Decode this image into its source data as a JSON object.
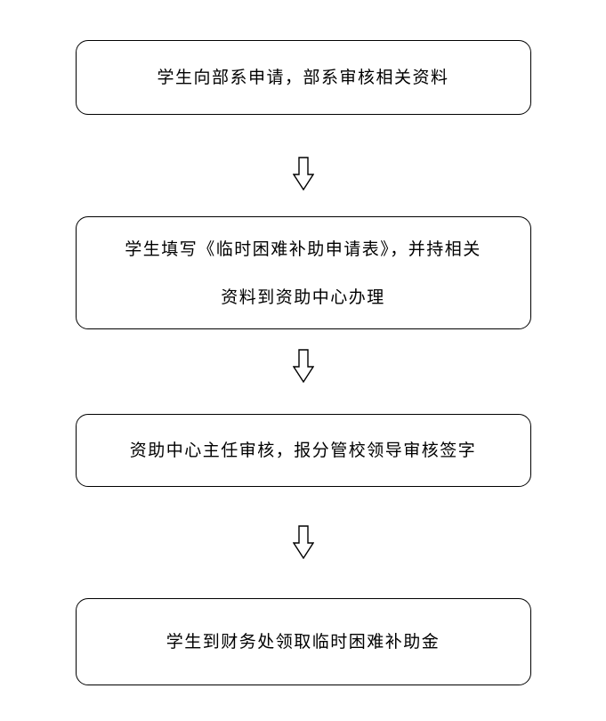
{
  "page": {
    "background": "#ffffff",
    "line_color": "#000000",
    "type": "flowchart"
  },
  "flowchart": {
    "direction": "top-to-bottom",
    "connector_icon": "hollow-down-arrow",
    "steps": [
      {
        "text": "学生向部系申请，部系审核相关资料"
      },
      {
        "text": "学生填写《临时困难补助申请表》，并持相关\n资料到资助中心办理"
      },
      {
        "text": "资助中心主任审核，报分管校领导审核签字"
      },
      {
        "text": "学生到财务处领取临时困难补助金"
      }
    ]
  }
}
